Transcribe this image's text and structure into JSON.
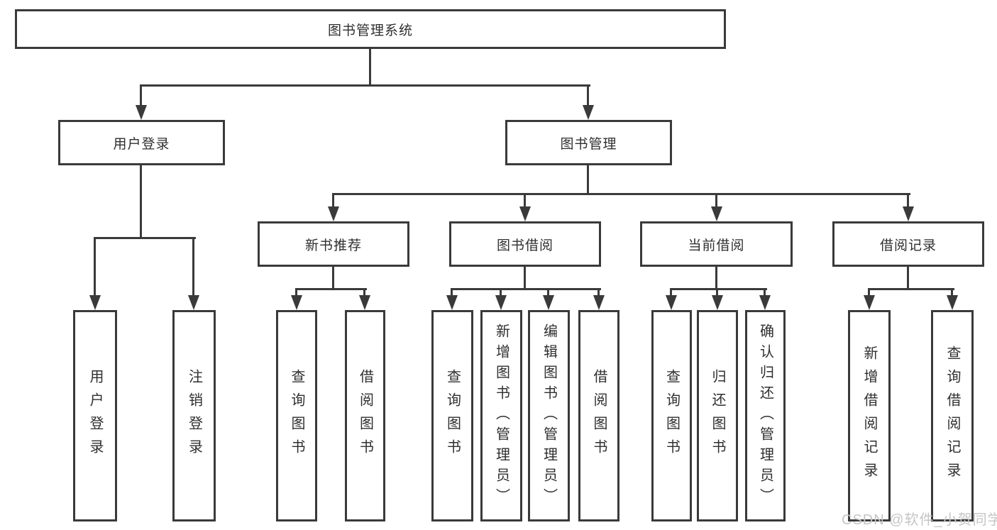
{
  "colors": {
    "line": "#3a3a3a",
    "box_border": "#3a3a3a",
    "text": "#2f2f2f",
    "background": "#ffffff",
    "watermark": "#c5c5c5"
  },
  "tree": {
    "root": {
      "label": "图书管理系统"
    },
    "login": {
      "label": "用户登录",
      "children": [
        {
          "label": "用户登录"
        },
        {
          "label": "注销登录"
        }
      ]
    },
    "mgmt": {
      "label": "图书管理",
      "groups": [
        {
          "label": "新书推荐",
          "children": [
            {
              "label": "查询图书"
            },
            {
              "label": "借阅图书"
            }
          ]
        },
        {
          "label": "图书借阅",
          "children": [
            {
              "label": "查询图书"
            },
            {
              "label": "新增图书（管理员）"
            },
            {
              "label": "编辑图书（管理员）"
            },
            {
              "label": "借阅图书"
            }
          ]
        },
        {
          "label": "当前借阅",
          "children": [
            {
              "label": "查询图书"
            },
            {
              "label": "归还图书"
            },
            {
              "label": "确认归还（管理员）"
            }
          ]
        },
        {
          "label": "借阅记录",
          "children": [
            {
              "label": "新增借阅记录"
            },
            {
              "label": "查询借阅记录"
            }
          ]
        }
      ]
    }
  },
  "watermark": {
    "text": "CSDN @软件_小贺同学"
  }
}
